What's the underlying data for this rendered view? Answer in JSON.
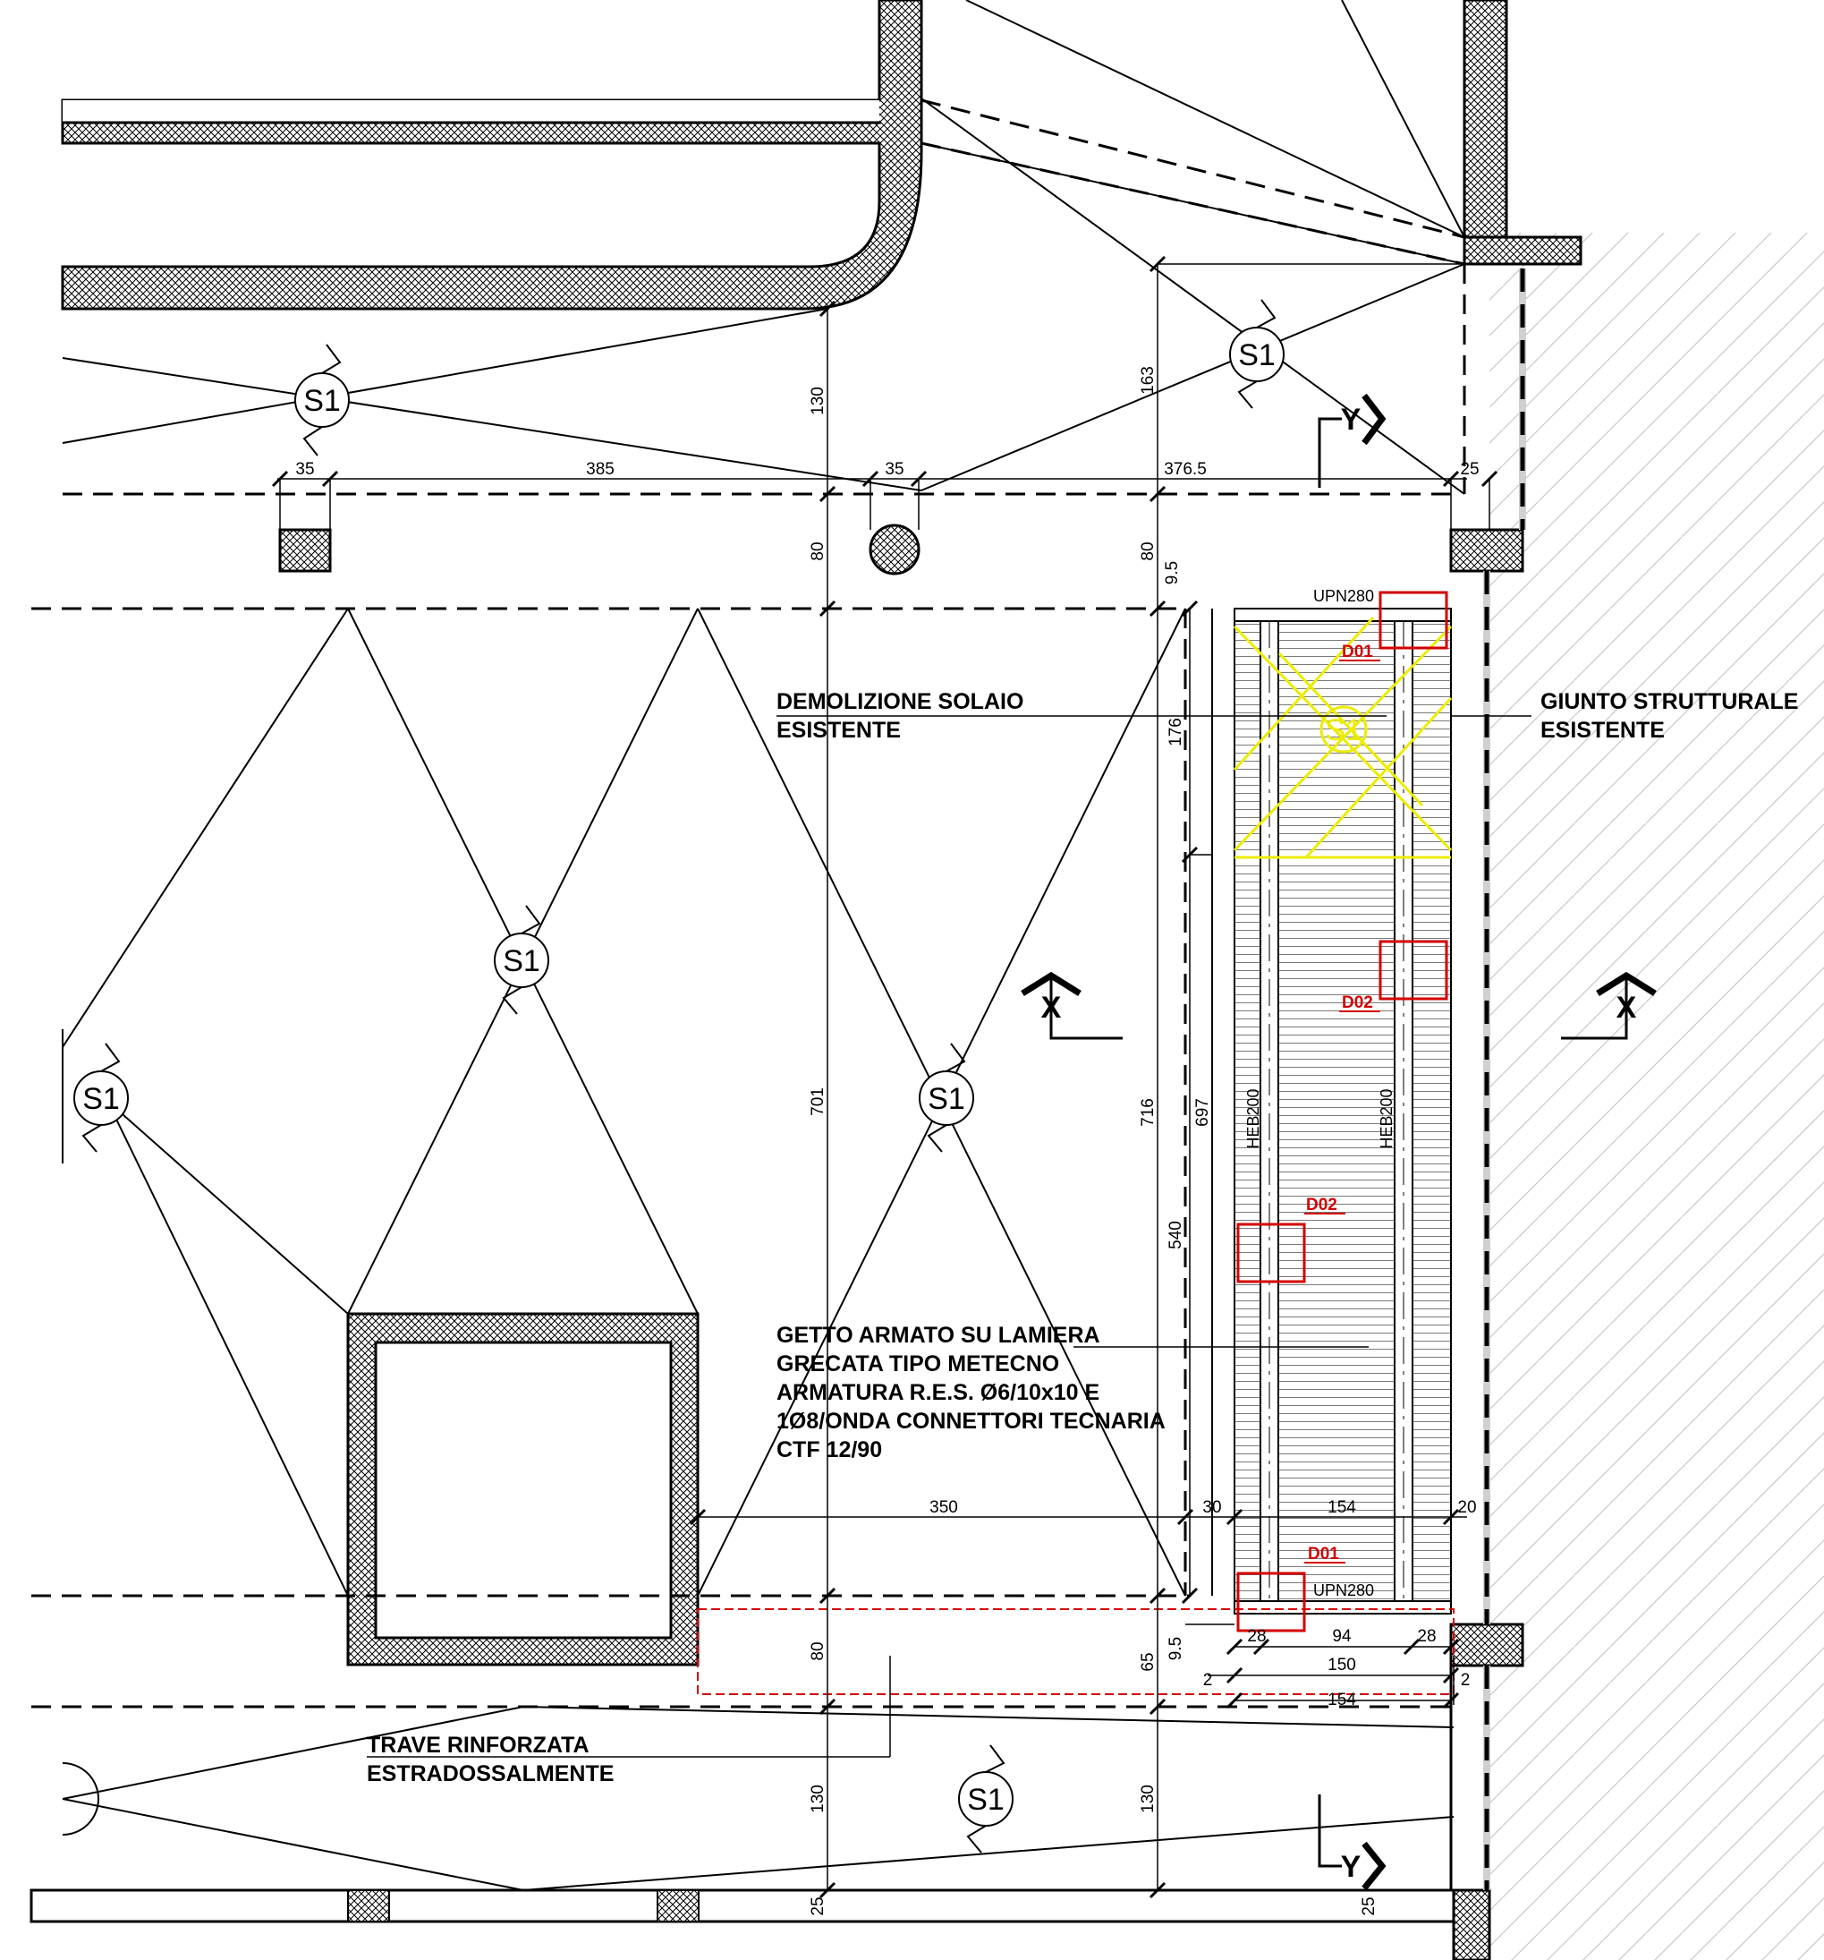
{
  "notes": {
    "demolition_line1": "DEMOLIZIONE SOLAIO",
    "demolition_line2": "ESISTENTE",
    "joint_line1": "GIUNTO STRUTTURALE",
    "joint_line2": "ESISTENTE",
    "getto_line1": "GETTO ARMATO SU LAMIERA",
    "getto_line2": "GRECATA TIPO METECNO",
    "getto_line3": "ARMATURA R.E.S. Ø6/10x10 E",
    "getto_line4": "1Ø8/ONDA CONNETTORI TECNARIA",
    "getto_line5": "CTF 12/90",
    "trave_line1": "TRAVE RINFORZATA",
    "trave_line2": "ESTRADOSSALMENTE"
  },
  "profiles": {
    "upn_top": "UPN280",
    "upn_bottom": "UPN280",
    "heb_left": "HEB200",
    "heb_right": "HEB200"
  },
  "details": {
    "d01_top": "D01",
    "d02_right": "D02",
    "d02_left": "D02",
    "d01_bottom": "D01"
  },
  "slab_marks": {
    "label": "S1"
  },
  "sections": {
    "x_left": "X",
    "x_right": "X",
    "y_top": "Y",
    "y_bottom": "Y"
  },
  "dimensions": {
    "h35a": "35",
    "h385": "385",
    "h35b": "35",
    "h376": "376.5",
    "h25": "25",
    "v130a": "130",
    "v163": "163",
    "v80a": "80",
    "v80b": "80",
    "v9_5a": "9.5",
    "v176": "176",
    "v701": "701",
    "v716": "716",
    "v697": "697",
    "v540": "540",
    "h350": "350",
    "h30": "30",
    "h154a": "154",
    "h20": "20",
    "v80c": "80",
    "v65": "65",
    "v9_5b": "9.5",
    "h28a": "28",
    "h94": "94",
    "h28b": "28",
    "h150": "150",
    "h2a": "2",
    "h2b": "2",
    "h154b": "154",
    "v130b": "130",
    "v130c": "130",
    "v25a": "25",
    "v25b": "25"
  }
}
